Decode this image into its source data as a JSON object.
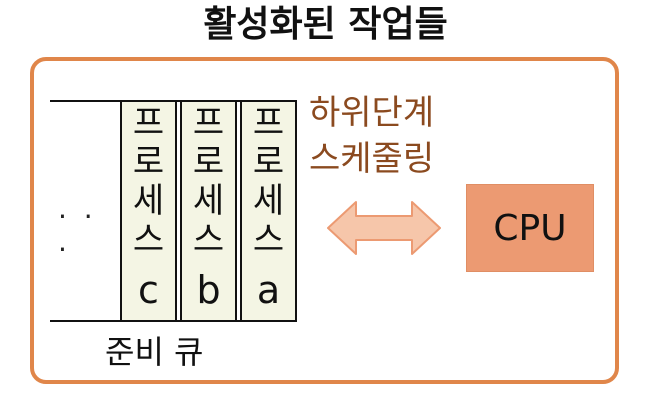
{
  "title": "활성화된 작업들",
  "queue": {
    "label": "준비 큐",
    "ellipsis": "· · ·",
    "processes": [
      {
        "text": "프\n로\n세\n스",
        "letter": "c"
      },
      {
        "text": "프\n로\n세\n스",
        "letter": "b"
      },
      {
        "text": "프\n로\n세\n스",
        "letter": "a"
      }
    ]
  },
  "scheduler": {
    "line1": "하위단계",
    "line2": "스케줄링"
  },
  "cpu": {
    "label": "CPU"
  },
  "colors": {
    "frame": "#e0864a",
    "process_fill": "#f4f5e4",
    "scheduler_text": "#8b4a1f",
    "cpu_fill": "#ec9a72",
    "arrow_fill": "#f6c6aa"
  }
}
